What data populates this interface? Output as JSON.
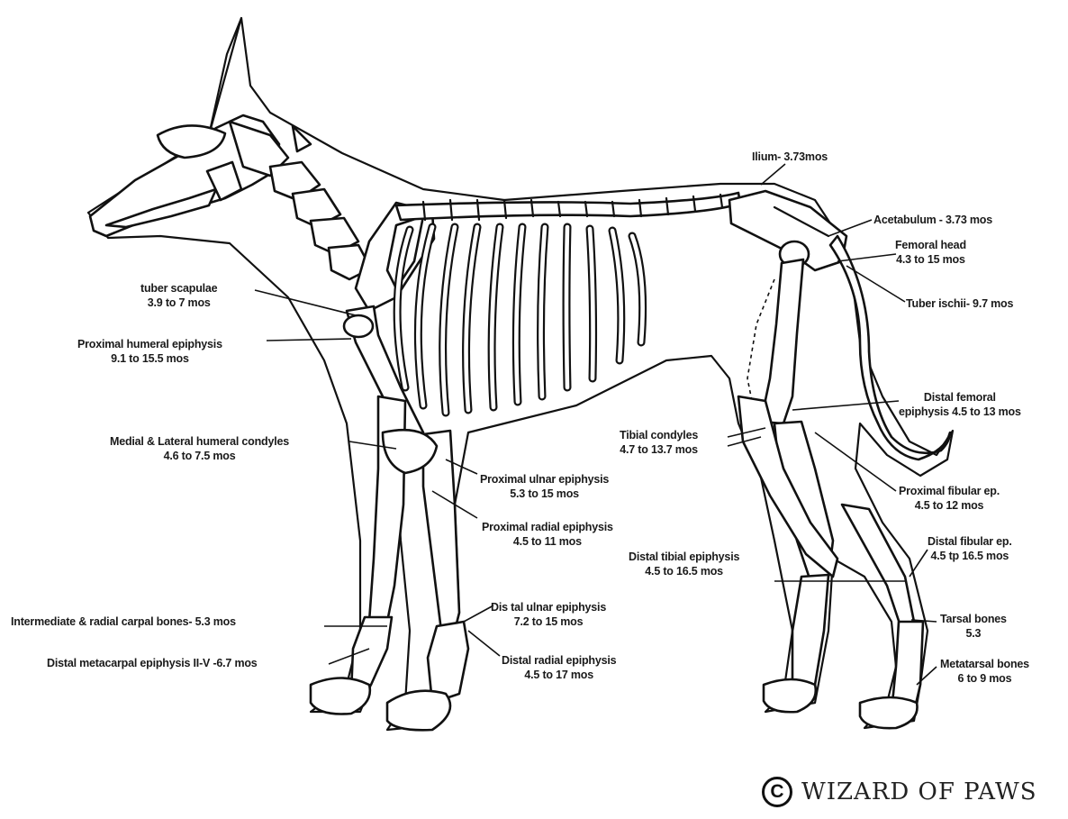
{
  "labels": {
    "ilium": [
      "Ilium- 3.73mos"
    ],
    "acetabulum": [
      "Acetabulum - 3.73 mos"
    ],
    "femoral_head": [
      "Femoral head",
      "4.3 to 15 mos"
    ],
    "tuber_ischii": [
      "Tuber ischii- 9.7 mos"
    ],
    "tuber_scapulae": [
      "tuber scapulae",
      "3.9 to 7 mos"
    ],
    "proximal_humeral": [
      "Proximal humeral epiphysis",
      "9.1 to 15.5 mos"
    ],
    "humeral_condyles": [
      "Medial & Lateral humeral condyles",
      "4.6 to 7.5 mos"
    ],
    "proximal_ulnar": [
      "Proximal ulnar epiphysis",
      "5.3 to 15 mos"
    ],
    "proximal_radial": [
      "Proximal radial epiphysis",
      "4.5 to 11 mos"
    ],
    "tibial_condyles": [
      "Tibial condyles",
      "4.7 to 13.7 mos"
    ],
    "distal_femoral": [
      "Distal femoral",
      "epiphysis 4.5 to 13 mos"
    ],
    "proximal_fibular": [
      "Proximal fibular ep.",
      "4.5 to 12 mos"
    ],
    "distal_tibial": [
      "Distal tibial epiphysis",
      "4.5 to 16.5 mos"
    ],
    "distal_fibular": [
      "Distal fibular ep.",
      "4.5 tp 16.5 mos"
    ],
    "carpal_bones": [
      "Intermediate & radial carpal bones- 5.3 mos"
    ],
    "distal_metacarpal": [
      "Distal metacarpal epiphysis II-V -6.7 mos"
    ],
    "distal_ulnar": [
      "Dis tal ulnar epiphysis",
      "7.2 to 15 mos"
    ],
    "distal_radial": [
      "Distal radial epiphysis",
      "4.5 to 17 mos"
    ],
    "tarsal_bones": [
      "Tarsal bones",
      "5.3"
    ],
    "metatarsal_bones": [
      "Metatarsal bones",
      "6 to 9 mos"
    ]
  },
  "copyright": {
    "symbol": "C",
    "text": "WIZARD OF PAWS"
  }
}
